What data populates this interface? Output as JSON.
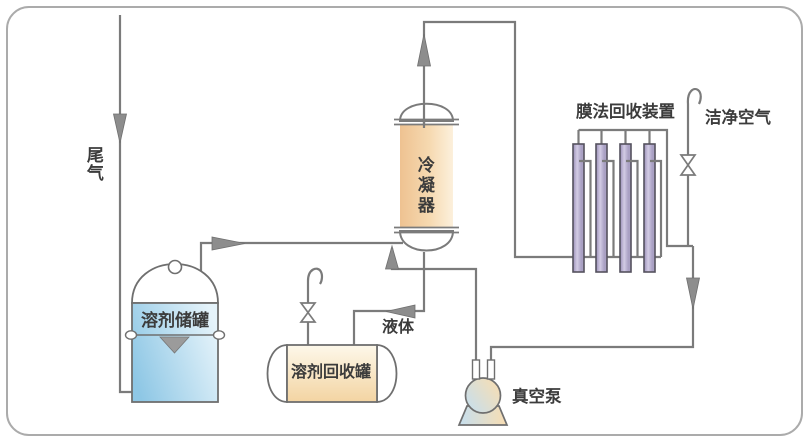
{
  "diagram": {
    "title": "solvent-recovery-process-flow",
    "labels": {
      "tail_gas": "尾气",
      "condenser": "冷凝器",
      "membrane_unit": "膜法回收装置",
      "clean_air": "洁净空气",
      "liquid": "液体",
      "solvent_storage_tank": "溶剂储罐",
      "solvent_recovery_tank": "溶剂回收罐",
      "vacuum_pump": "真空泵"
    },
    "colors": {
      "line": "#7b7b7b",
      "arrow": "#8d8d8d",
      "arrowEdge": "#6f6f6f",
      "text": "#3c3c3c",
      "border": "#ababab",
      "vesselStroke": "#6f6f6f",
      "condLeft": "#eec291",
      "condMid": "#f6d9b0",
      "condRight": "#fcf0dc",
      "tubeDark": "#9a90b8",
      "tubeLight": "#d2cbe4",
      "tubeMid": "#aaa1c4",
      "tubeStroke": "#55525e",
      "storageLeft": "#8ec7e5",
      "storageRight": "#e5f3fa",
      "recoveryTop": "#fdf8ea",
      "recoveryBottom": "#f3d4a2",
      "pumpBlue": "#c6dfee",
      "pumpPeach": "#f8ddb2",
      "grayFill": "#9b9b9b"
    }
  }
}
